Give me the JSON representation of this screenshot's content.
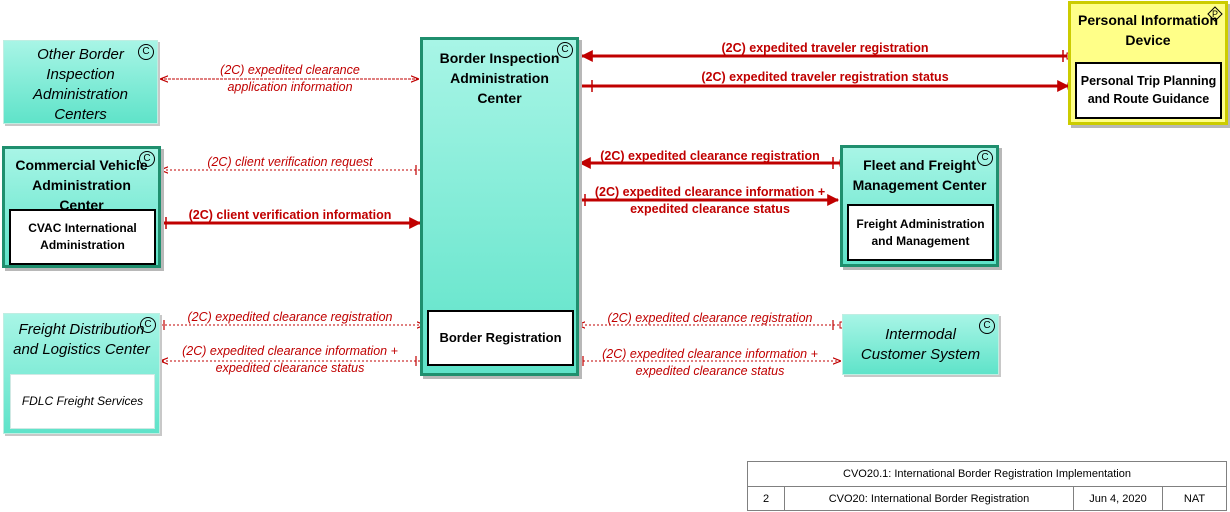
{
  "elements": {
    "other_border": {
      "title": "Other Border Inspection Administration Centers",
      "badge": "C"
    },
    "commercial_vehicle": {
      "title": "Commercial Vehicle Administration Center",
      "badge": "C",
      "inner": "CVAC International Administration"
    },
    "freight_distribution": {
      "title": "Freight Distribution and Logistics Center",
      "badge": "C",
      "inner": "FDLC Freight Services"
    },
    "border_inspection": {
      "title": "Border Inspection Administration Center",
      "badge": "C",
      "inner": "Border Registration"
    },
    "personal_info": {
      "title": "Personal Information Device",
      "badge": "P",
      "inner": "Personal Trip Planning and Route Guidance"
    },
    "fleet_freight": {
      "title": "Fleet and Freight Management Center",
      "badge": "C",
      "inner": "Freight Administration and Management"
    },
    "intermodal": {
      "title": "Intermodal Customer System",
      "badge": "C"
    }
  },
  "flows": [
    {
      "id": "f1",
      "style": "solid",
      "line1": "(2C) expedited traveler registration",
      "line2": ""
    },
    {
      "id": "f2",
      "style": "solid",
      "line1": "(2C) expedited traveler registration status",
      "line2": ""
    },
    {
      "id": "f3",
      "style": "dotted",
      "line1": "(2C) expedited clearance",
      "line2": "application information"
    },
    {
      "id": "f4",
      "style": "dotted",
      "line1": "(2C) client verification request",
      "line2": ""
    },
    {
      "id": "f5",
      "style": "solid",
      "line1": "(2C) client verification information",
      "line2": ""
    },
    {
      "id": "f6",
      "style": "solid",
      "line1": "(2C) expedited clearance registration",
      "line2": ""
    },
    {
      "id": "f7",
      "style": "solid",
      "line1": "(2C) expedited clearance information +",
      "line2": "expedited clearance status"
    },
    {
      "id": "f8",
      "style": "dotted",
      "line1": "(2C) expedited clearance registration",
      "line2": ""
    },
    {
      "id": "f9",
      "style": "dotted",
      "line1": "(2C) expedited clearance information +",
      "line2": "expedited clearance status"
    },
    {
      "id": "f10",
      "style": "dotted",
      "line1": "(2C) expedited clearance registration",
      "line2": ""
    },
    {
      "id": "f11",
      "style": "dotted",
      "line1": "(2C) expedited clearance information +",
      "line2": "expedited clearance status"
    }
  ],
  "legend": {
    "title": "CVO20.1: International Border Registration Implementation",
    "page": "2",
    "package": "CVO20: International Border Registration",
    "date": "Jun 4, 2020",
    "scope": "NAT"
  },
  "colors": {
    "flow": "#c00000",
    "center_fill_top": "#a8f5e6",
    "center_fill_bottom": "#5fe3c9",
    "center_border": "#1f8f6e",
    "personal_device_fill": "#ffff88"
  }
}
